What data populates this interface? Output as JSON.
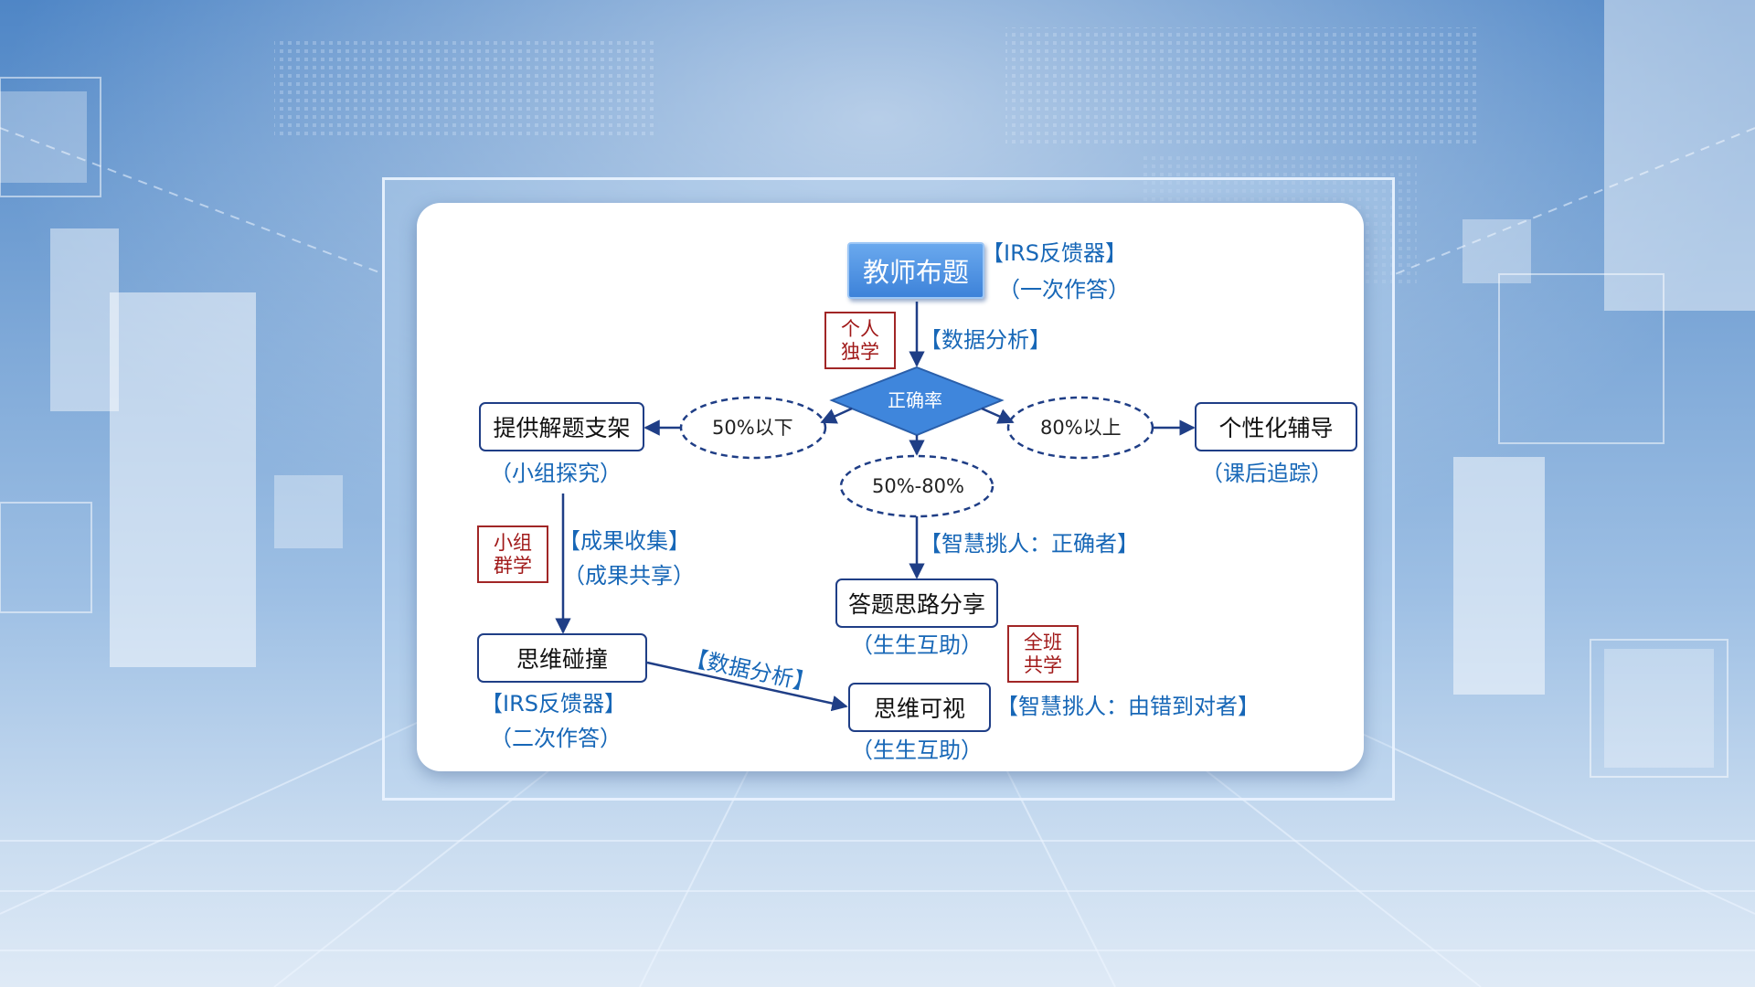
{
  "nodes": {
    "start": "教师布题",
    "decision": "正确率",
    "low_range": "50%以下",
    "mid_range": "50%-80%",
    "high_range": "80%以上",
    "scaffold": "提供解题支架",
    "tutoring": "个性化辅导",
    "share": "答题思路分享",
    "collision": "思维碰撞",
    "visual": "思维可视"
  },
  "labels": {
    "irs1": "【IRS反馈器】",
    "irs1_sub": "（一次作答）",
    "data_analysis1": "【数据分析】",
    "group_explore": "（小组探究）",
    "after_class": "（课后追踪）",
    "collect": "【成果收集】",
    "collect_sub": "（成果共享）",
    "smart_pick1": "【智慧挑人：正确者】",
    "peer1": "（生生互助）",
    "irs2": "【IRS反馈器】",
    "irs2_sub": "（二次作答）",
    "data_analysis2": "【数据分析】",
    "smart_pick2": "【智慧挑人：由错到对者】",
    "peer2": "（生生互助）"
  },
  "tags": {
    "individual": [
      "个人",
      "独学"
    ],
    "group": [
      "小组",
      "群学"
    ],
    "class": [
      "全班",
      "共学"
    ]
  },
  "colors": {
    "accent_blue": "#1767b7",
    "node_border": "#1f3e86",
    "tag_red": "#a01818",
    "start_fill": "#3d82d9"
  }
}
